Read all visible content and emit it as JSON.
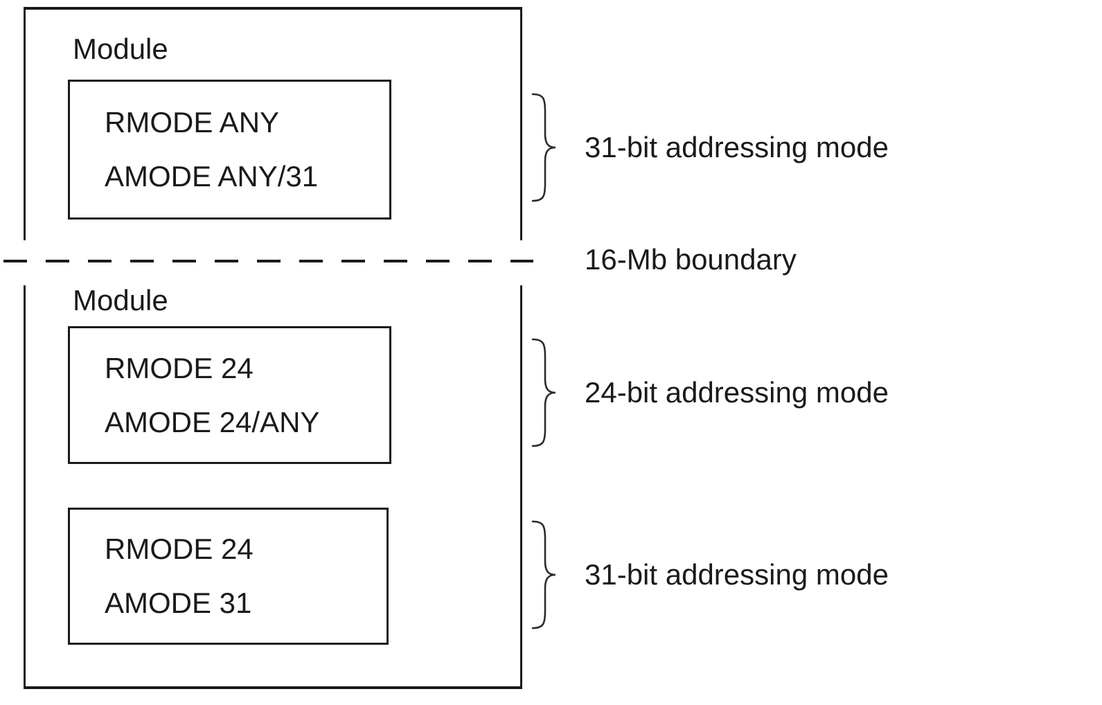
{
  "colors": {
    "line": "#1a1a1a",
    "text": "#1a1a1a",
    "brace": "#2b2b2b",
    "bg": "#ffffff"
  },
  "memory_map": {
    "above_boundary_module": {
      "title": "Module",
      "load_module_box": {
        "rmode": "RMODE ANY",
        "amode": "AMODE ANY/31"
      },
      "annotation": "31-bit addressing mode"
    },
    "boundary": {
      "label": "16-Mb boundary"
    },
    "below_boundary_module": {
      "title": "Module",
      "load_module_box_1": {
        "rmode": "RMODE 24",
        "amode": "AMODE 24/ANY"
      },
      "annotation_1": "24-bit addressing mode",
      "load_module_box_2": {
        "rmode": "RMODE 24",
        "amode": "AMODE 31"
      },
      "annotation_2": "31-bit addressing mode"
    }
  }
}
